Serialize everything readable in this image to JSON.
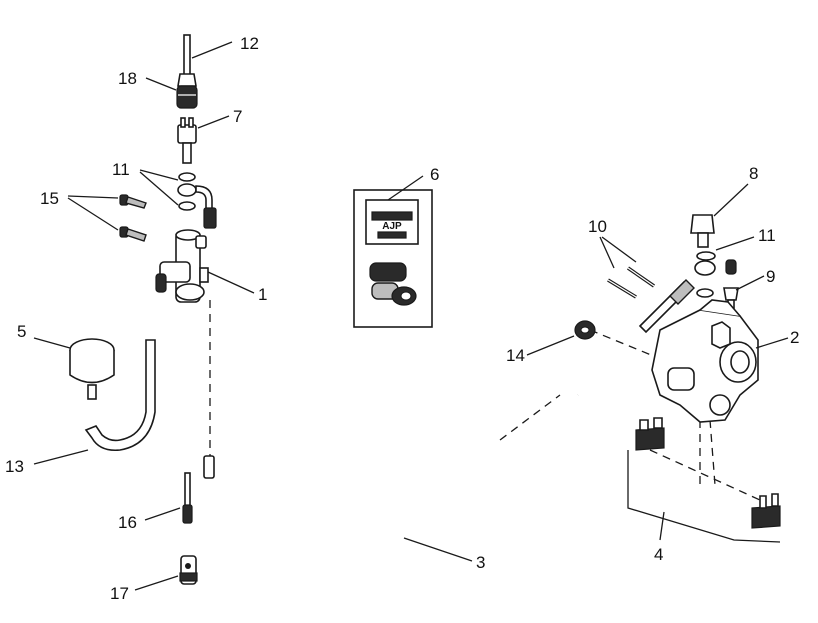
{
  "diagram": {
    "kit_label": "AJP",
    "callouts": [
      "1",
      "2",
      "3",
      "4",
      "5",
      "6",
      "7",
      "8",
      "9",
      "10",
      "11",
      "12",
      "13",
      "14",
      "15",
      "16",
      "17",
      "18"
    ],
    "callout_11_repeat": "11"
  }
}
